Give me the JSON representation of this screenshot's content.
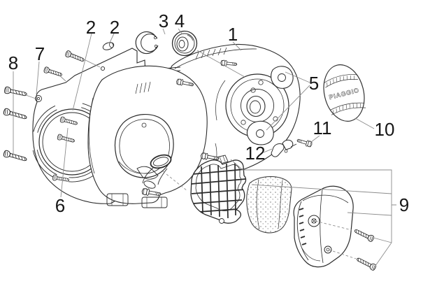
{
  "figure": {
    "type": "exploded-parts-diagram",
    "subject": "transmission-cover-assembly",
    "badge_text": "PIAGGIO"
  },
  "callouts": [
    {
      "label": "1"
    },
    {
      "label": "2"
    },
    {
      "label": "2"
    },
    {
      "label": "3"
    },
    {
      "label": "4"
    },
    {
      "label": "5"
    },
    {
      "label": "6"
    },
    {
      "label": "7"
    },
    {
      "label": "8"
    },
    {
      "label": "9"
    },
    {
      "label": "10"
    },
    {
      "label": "11"
    },
    {
      "label": "12"
    }
  ],
  "colors": {
    "background": "#ffffff",
    "line": "#2b2b2b",
    "leader": "#8c8c8c",
    "label": "#161616"
  }
}
